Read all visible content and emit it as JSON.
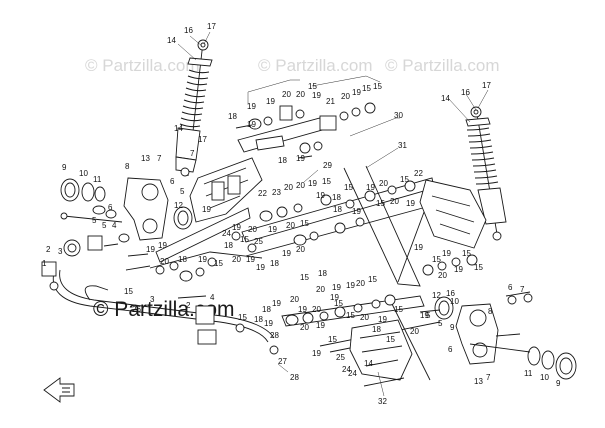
{
  "watermarks": [
    {
      "text": "© Partzilla.com"
    },
    {
      "text": "© Partzilla.com"
    },
    {
      "text": "© Partzilla.com"
    }
  ],
  "brand_watermark": {
    "text": "© Partzilla.com"
  },
  "callouts": [
    {
      "t": "16"
    },
    {
      "t": "17"
    },
    {
      "t": "14"
    },
    {
      "t": "17"
    },
    {
      "t": "14"
    },
    {
      "t": "16"
    },
    {
      "t": "17"
    },
    {
      "t": "19"
    },
    {
      "t": "20"
    },
    {
      "t": "15"
    },
    {
      "t": "19"
    },
    {
      "t": "20"
    },
    {
      "t": "15"
    },
    {
      "t": "21"
    },
    {
      "t": "19"
    },
    {
      "t": "20"
    },
    {
      "t": "19"
    },
    {
      "t": "15"
    },
    {
      "t": "18"
    },
    {
      "t": "19"
    },
    {
      "t": "30"
    },
    {
      "t": "18"
    },
    {
      "t": "19"
    },
    {
      "t": "14"
    },
    {
      "t": "9"
    },
    {
      "t": "10"
    },
    {
      "t": "11"
    },
    {
      "t": "8"
    },
    {
      "t": "13"
    },
    {
      "t": "7"
    },
    {
      "t": "6"
    },
    {
      "t": "5"
    },
    {
      "t": "12"
    },
    {
      "t": "4"
    },
    {
      "t": "5"
    },
    {
      "t": "2"
    },
    {
      "t": "3"
    },
    {
      "t": "1"
    },
    {
      "t": "6"
    },
    {
      "t": "5"
    },
    {
      "t": "7"
    },
    {
      "t": "29"
    },
    {
      "t": "15"
    },
    {
      "t": "20"
    },
    {
      "t": "19"
    },
    {
      "t": "23"
    },
    {
      "t": "20"
    },
    {
      "t": "22"
    },
    {
      "t": "19"
    },
    {
      "t": "18"
    },
    {
      "t": "31"
    },
    {
      "t": "22"
    },
    {
      "t": "15"
    },
    {
      "t": "20"
    },
    {
      "t": "19"
    },
    {
      "t": "15"
    },
    {
      "t": "18"
    },
    {
      "t": "19"
    },
    {
      "t": "20"
    },
    {
      "t": "19"
    },
    {
      "t": "15"
    },
    {
      "t": "18"
    },
    {
      "t": "19"
    },
    {
      "t": "20"
    },
    {
      "t": "19"
    },
    {
      "t": "15"
    },
    {
      "t": "20"
    },
    {
      "t": "19"
    },
    {
      "t": "20"
    },
    {
      "t": "19"
    },
    {
      "t": "15"
    },
    {
      "t": "25"
    },
    {
      "t": "24"
    },
    {
      "t": "18"
    },
    {
      "t": "19"
    },
    {
      "t": "20"
    },
    {
      "t": "15"
    },
    {
      "t": "19"
    },
    {
      "t": "19"
    },
    {
      "t": "15"
    },
    {
      "t": "19"
    },
    {
      "t": "15"
    },
    {
      "t": "15"
    },
    {
      "t": "19"
    },
    {
      "t": "20"
    },
    {
      "t": "19"
    },
    {
      "t": "19"
    },
    {
      "t": "20"
    },
    {
      "t": "18"
    },
    {
      "t": "19"
    },
    {
      "t": "15"
    },
    {
      "t": "18"
    },
    {
      "t": "20"
    },
    {
      "t": "19"
    },
    {
      "t": "15"
    },
    {
      "t": "20"
    },
    {
      "t": "19"
    },
    {
      "t": "18"
    },
    {
      "t": "19"
    },
    {
      "t": "20"
    },
    {
      "t": "15"
    },
    {
      "t": "19"
    },
    {
      "t": "26"
    },
    {
      "t": "15"
    },
    {
      "t": "16"
    },
    {
      "t": "5"
    },
    {
      "t": "12"
    },
    {
      "t": "10"
    },
    {
      "t": "8"
    },
    {
      "t": "6"
    },
    {
      "t": "7"
    },
    {
      "t": "11"
    },
    {
      "t": "10"
    },
    {
      "t": "9"
    },
    {
      "t": "13"
    },
    {
      "t": "7"
    },
    {
      "t": "6"
    },
    {
      "t": "5"
    },
    {
      "t": "28"
    },
    {
      "t": "27"
    },
    {
      "t": "3"
    },
    {
      "t": "2"
    },
    {
      "t": "4"
    },
    {
      "t": "24"
    },
    {
      "t": "18"
    },
    {
      "t": "20"
    },
    {
      "t": "19"
    },
    {
      "t": "15"
    },
    {
      "t": "15"
    },
    {
      "t": "32"
    },
    {
      "t": "20"
    },
    {
      "t": "19"
    },
    {
      "t": "19"
    },
    {
      "t": "15"
    },
    {
      "t": "20"
    },
    {
      "t": "19"
    },
    {
      "t": "15"
    },
    {
      "t": "18"
    },
    {
      "t": "19"
    },
    {
      "t": "24"
    },
    {
      "t": "25"
    },
    {
      "t": "14"
    },
    {
      "t": "28"
    },
    {
      "t": "9"
    },
    {
      "t": "19"
    },
    {
      "t": "20"
    },
    {
      "t": "15"
    }
  ]
}
